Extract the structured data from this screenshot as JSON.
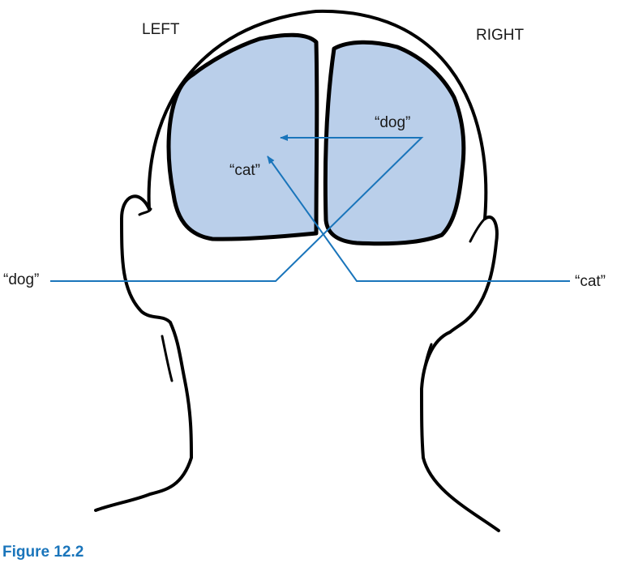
{
  "labels": {
    "left": "LEFT",
    "right": "RIGHT",
    "dog_inner": "“dog”",
    "cat_inner": "“cat”",
    "dog_outer": "“dog”",
    "cat_outer": "“cat”"
  },
  "caption": "Figure 12.2",
  "colors": {
    "hemisphere_fill": "#bacfea",
    "outline": "#000000",
    "pathway": "#1a75bb",
    "caption": "#1a75bb"
  }
}
